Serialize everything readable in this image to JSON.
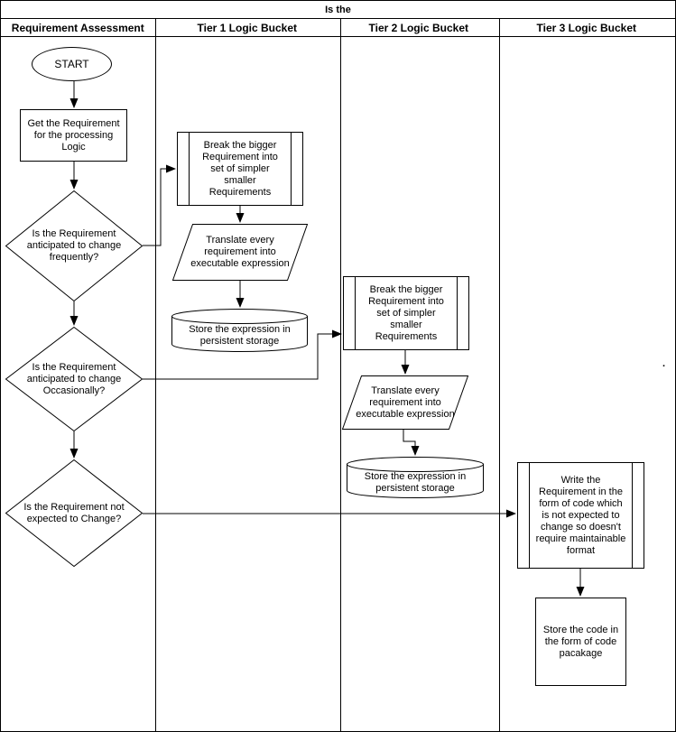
{
  "title": "Is the",
  "lanes": [
    {
      "label": "Requirement Assessment"
    },
    {
      "label": "Tier 1 Logic Bucket"
    },
    {
      "label": "Tier 2 Logic Bucket"
    },
    {
      "label": "Tier 3 Logic Bucket"
    }
  ],
  "assessment": {
    "start": "START",
    "get_requirement": "Get the Requirement\nfor the processing\nLogic",
    "decision_frequent": "Is the Requirement\nanticipated to change\nfrequently?",
    "decision_occasional": "Is the Requirement\nanticipated to change\nOccasionally?",
    "decision_not_expected": "Is the Requirement not\nexpected to Change?"
  },
  "tier1": {
    "break_requirement": "Break the bigger\nRequirement into\nset of simpler\nsmaller\nRequirements",
    "translate": "Translate every\nrequirement into\nexecutable expression",
    "store": "Store the expression in\npersistent storage"
  },
  "tier2": {
    "break_requirement": "Break the bigger\nRequirement into\nset of simpler\nsmaller\nRequirements",
    "translate": "Translate every\nrequirement into\nexecutable expression",
    "store": "Store the expression in\npersistent storage"
  },
  "tier3": {
    "write_code": "Write the\nRequirement in the\nform of code which\nis not expected to\nchange so doesn't\nrequire maintainable\nformat",
    "store_code": "Store the code in\nthe form of code\npacakage"
  },
  "stray_dot": ".",
  "colors": {
    "stroke": "#000000",
    "fill": "#ffffff"
  }
}
